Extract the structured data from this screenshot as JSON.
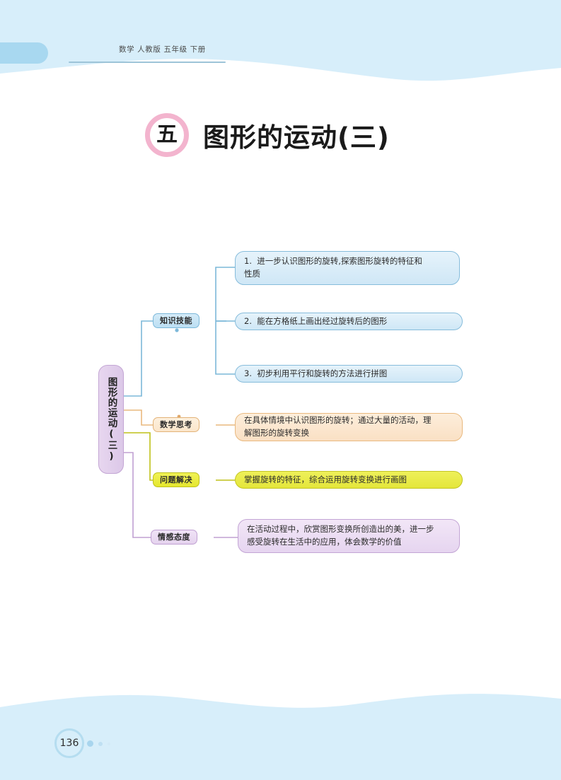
{
  "header": {
    "meta": "数学  人教版  五年级  下册"
  },
  "title": {
    "number": "五",
    "name": "图形的运动(三)"
  },
  "mindmap": {
    "root": "图形的运动(三)",
    "branches": [
      {
        "chip": "知识技能",
        "color": "#86bcdb",
        "items": [
          "1.  进一步认识图形的旋转,探索图形旋转的特征和\n性质",
          "2.  能在方格纸上画出经过旋转后的图形",
          "3.  初步利用平行和旋转的方法进行拼图"
        ]
      },
      {
        "chip": "数学思考",
        "color": "#e9b97f",
        "items": [
          "在具体情境中认识图形的旋转；通过大量的活动，理\n解图形的旋转变换"
        ]
      },
      {
        "chip": "问题解决",
        "color": "#c3c524",
        "items": [
          "掌握旋转的特征，综合运用旋转变换进行画图"
        ]
      },
      {
        "chip": "情感态度",
        "color": "#c3a5d5",
        "items": [
          "在活动过程中，欣赏图形变换所创造出的美，进一步\n感受旋转在生活中的应用，体会数学的价值"
        ]
      }
    ]
  },
  "footer": {
    "page_number": "136"
  },
  "colors": {
    "page_band": "#d7eefa",
    "tab": "#a8d8f0",
    "rule": "#9dc4d8",
    "badge_ring": "#f3b4ce"
  }
}
